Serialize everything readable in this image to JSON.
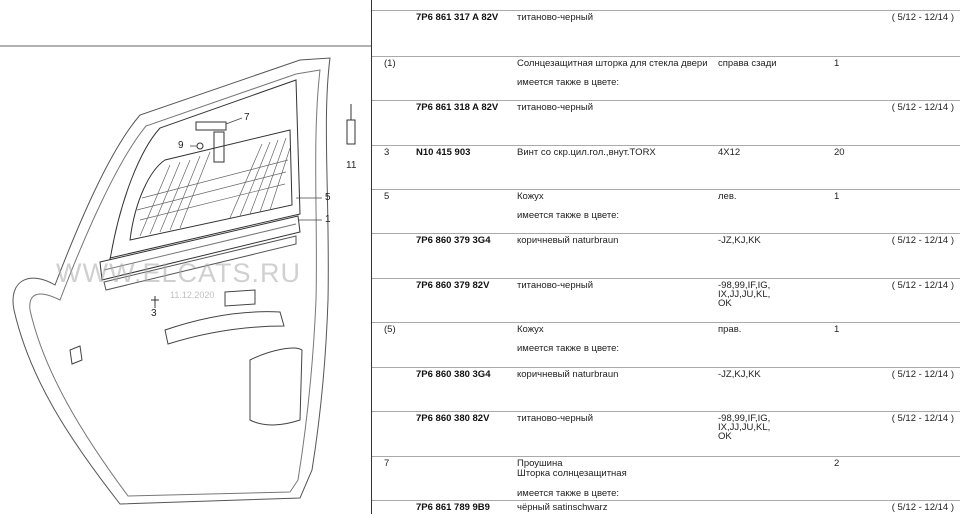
{
  "diagram": {
    "watermark": "WWW.ELCATS.RU",
    "watermark_date": "11.12.2020",
    "callouts": [
      "7",
      "9",
      "5",
      "1",
      "11",
      "3"
    ]
  },
  "rows": [
    {
      "num": "",
      "part": "7P6 861 317 A 82V",
      "desc": [
        "титаново-черный"
      ],
      "note": [],
      "qty": "",
      "date": "( 5/12 - 12/14 )"
    },
    {
      "num": "(1)",
      "part": "",
      "desc": [
        "Солнцезащитная шторка для стекла двери",
        "имеется также в цвете:"
      ],
      "note": [
        "справа сзади"
      ],
      "qty": "1",
      "date": ""
    },
    {
      "num": "",
      "part": "7P6 861 318 A 82V",
      "desc": [
        "титаново-черный"
      ],
      "note": [],
      "qty": "",
      "date": "( 5/12 - 12/14 )"
    },
    {
      "num": "3",
      "part": "N10 415 903",
      "desc": [
        "Винт со скр.цил.гол.,внут.TORX"
      ],
      "note": [
        "4X12"
      ],
      "qty": "20",
      "date": ""
    },
    {
      "num": "5",
      "part": "",
      "desc": [
        "Кожух",
        "имеется также в цвете:"
      ],
      "note": [
        "лев."
      ],
      "qty": "1",
      "date": ""
    },
    {
      "num": "",
      "part": "7P6 860 379 3G4",
      "desc": [
        "коричневый naturbraun"
      ],
      "note": [
        "-JZ,KJ,KK"
      ],
      "qty": "",
      "date": "( 5/12 - 12/14 )"
    },
    {
      "num": "",
      "part": "7P6 860 379 82V",
      "desc": [
        "титаново-черный"
      ],
      "note": [
        "-98,99,IF,IG,",
        "IX,JJ,JU,KL,",
        "OK"
      ],
      "qty": "",
      "date": "( 5/12 - 12/14 )"
    },
    {
      "num": "(5)",
      "part": "",
      "desc": [
        "Кожух",
        "имеется также в цвете:"
      ],
      "note": [
        "прав."
      ],
      "qty": "1",
      "date": ""
    },
    {
      "num": "",
      "part": "7P6 860 380 3G4",
      "desc": [
        "коричневый naturbraun"
      ],
      "note": [
        "-JZ,KJ,KK"
      ],
      "qty": "",
      "date": "( 5/12 - 12/14 )"
    },
    {
      "num": "",
      "part": "7P6 860 380 82V",
      "desc": [
        "титаново-черный"
      ],
      "note": [
        "-98,99,IF,IG,",
        "IX,JJ,JU,KL,",
        "OK"
      ],
      "qty": "",
      "date": "( 5/12 - 12/14 )"
    },
    {
      "num": "7",
      "part": "",
      "desc": [
        "Проушина",
        "Шторка солнцезащитная",
        "",
        "имеется также в цвете:"
      ],
      "note": [],
      "qty": "2",
      "date": ""
    },
    {
      "num": "",
      "part": "7P6 861 789 9B9",
      "desc": [
        "чёрный satinschwarz"
      ],
      "note": [],
      "qty": "",
      "date": "( 5/12 - 12/14 )"
    }
  ]
}
